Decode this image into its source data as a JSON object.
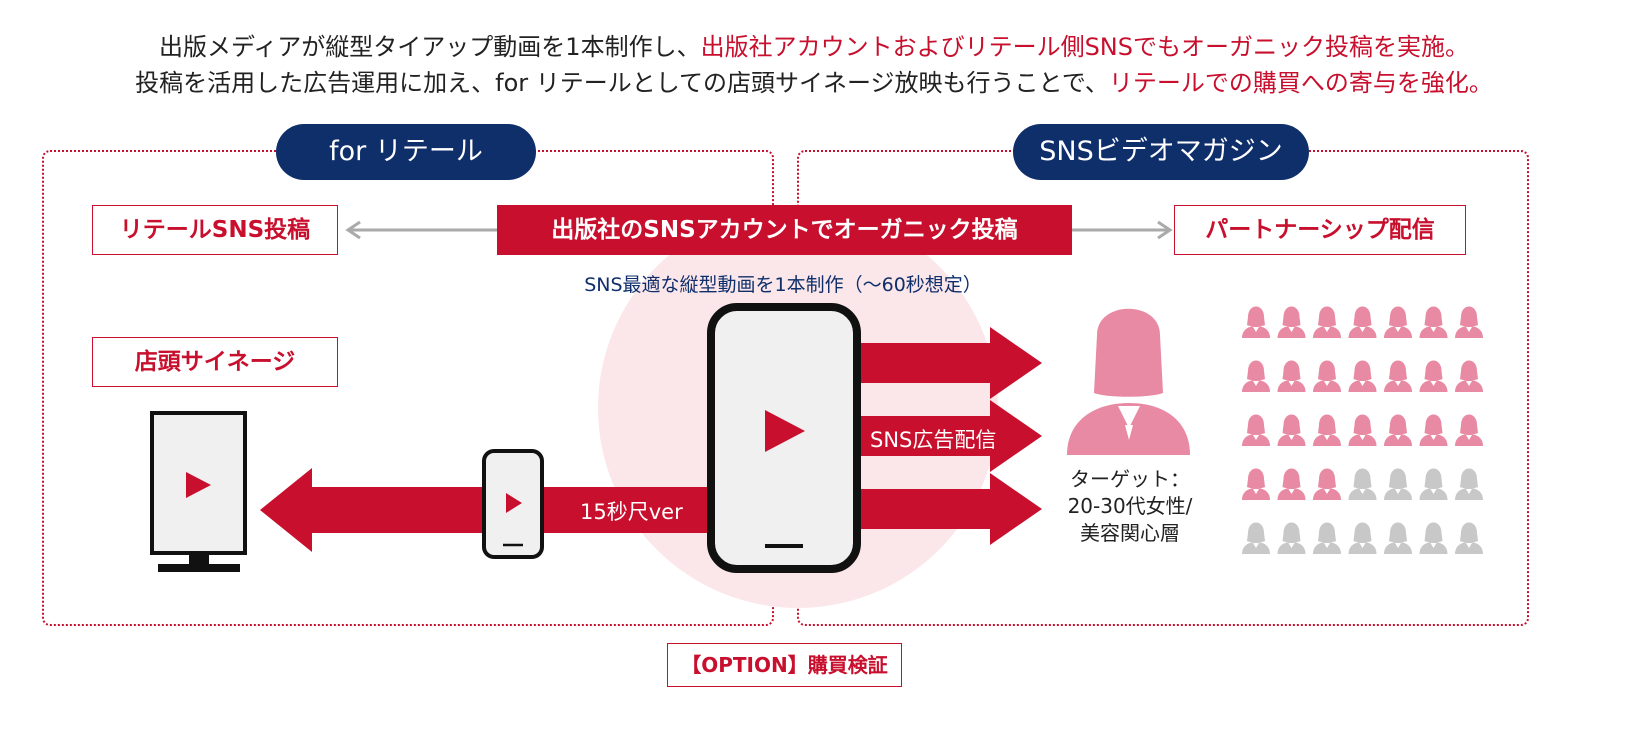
{
  "headline": {
    "line1": {
      "a": "出版メディアが縦型タイアップ動画を1本制作し、",
      "b": "出版社アカウントおよびリテール側SNSでもオーガニック投稿を実施。"
    },
    "line2": {
      "a": "投稿を活用した広告運用に加え、for リテールとしての店頭サイネージ放映も行うことで、",
      "b": "リテールでの購買への寄与を強化。"
    }
  },
  "left_panel": {
    "title": "for リテール",
    "retail_sns_label": "リテールSNS投稿",
    "signage_label": "店頭サイネージ"
  },
  "right_panel": {
    "title": "SNSビデオマガジン",
    "partnership_label": "パートナーシップ配信"
  },
  "center": {
    "organic_post_label": "出版社のSNSアカウントでオーガニック投稿",
    "production_note": "SNS最適な縦型動画を1本制作（～60秒想定）"
  },
  "arrows": {
    "ad_delivery": "SNS広告配信",
    "short_version": "15秒尺ver"
  },
  "target": {
    "line1": "ターゲット：",
    "line2": "20-30代女性/",
    "line3": "美容関心層"
  },
  "option_label": "【OPTION】購買検証",
  "audience_grid": {
    "rows": 5,
    "cols": 7,
    "highlighted": 24
  },
  "colors": {
    "accent": "#c8102e",
    "navy": "#0f2f6b",
    "pink": "#e88aa3",
    "gray": "#c8c8c8",
    "halo": "#fbe6ea"
  }
}
